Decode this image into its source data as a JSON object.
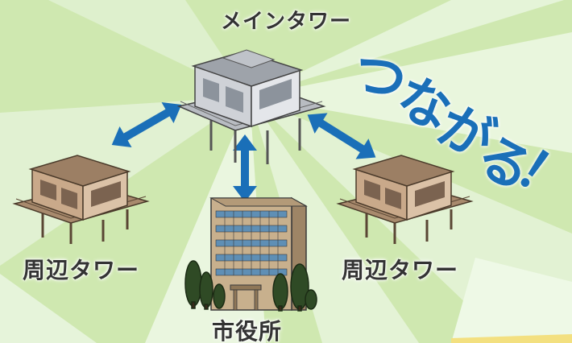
{
  "labels": {
    "main_tower": "メインタワー",
    "peripheral_left": "周辺タワー",
    "peripheral_right": "周辺タワー",
    "city_hall": "市役所"
  },
  "slogan": {
    "chars": [
      "つ",
      "な",
      "が",
      "る",
      "！"
    ]
  },
  "colors": {
    "background": "#cfe8b0",
    "rays": "#eef8e4",
    "arrow": "#1a6fb8",
    "main_tower": "#d7d9dd",
    "peripheral_tower": "#c9a98a",
    "city_hall_facade": "#c8b08d",
    "tree": "#2f4a25",
    "label_text": "#333333"
  },
  "icons": [
    "main-tower-building",
    "peripheral-tower-building",
    "city-hall-building",
    "tree-icon",
    "double-arrow-icon"
  ]
}
